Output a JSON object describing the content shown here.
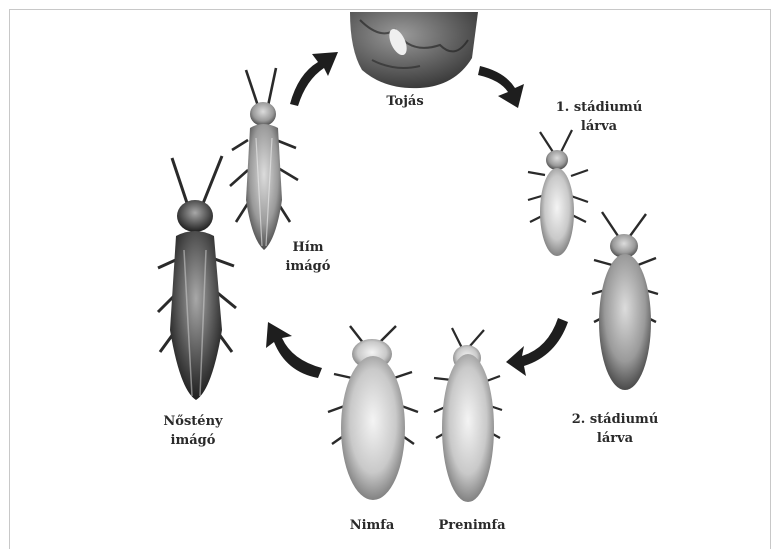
{
  "diagram": {
    "stages": [
      {
        "id": "egg",
        "lines": [
          "Tojás"
        ]
      },
      {
        "id": "larva1",
        "lines": [
          "1. stádiumú",
          "lárva"
        ]
      },
      {
        "id": "larva2",
        "lines": [
          "2. stádiumú",
          "lárva"
        ]
      },
      {
        "id": "prenymph",
        "lines": [
          "Prenimfa"
        ]
      },
      {
        "id": "nymph",
        "lines": [
          "Nimfa"
        ]
      },
      {
        "id": "female",
        "lines": [
          "Nőstény",
          "imágó"
        ]
      },
      {
        "id": "male",
        "lines": [
          "Hím",
          "imágó"
        ]
      }
    ]
  }
}
